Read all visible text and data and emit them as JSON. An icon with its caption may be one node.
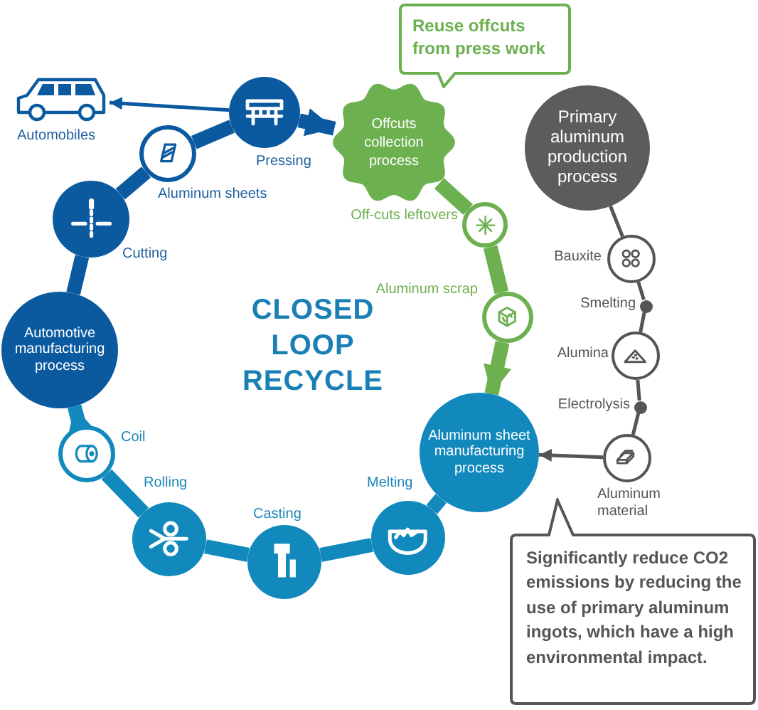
{
  "diagram": {
    "nodes": [
      {
        "text": [
          "Reuse offcuts from press work"
        ]
      },
      {
        "text": [
          "Offcuts collection process"
        ]
      },
      {
        "text": [
          "Primary aluminum production process"
        ]
      },
      {
        "text": [],
        "shape": "circle",
        "beside": [
          "Off-cuts leftovers"
        ]
      },
      {
        "text": [],
        "shape": "circle",
        "beside": [
          "Aluminum scrap"
        ]
      },
      {
        "text": [],
        "shape": "circle",
        "beside": [
          "Bauxite"
        ]
      },
      {
        "text": [],
        "shape": "circle",
        "beside": [
          "Smelting"
        ]
      },
      {
        "text": [],
        "shape": "circle",
        "beside": [
          "Alumina"
        ]
      },
      {
        "text": [],
        "shape": "circle",
        "beside": [
          "Electrolysis"
        ]
      },
      {
        "text": [],
        "shape": "circle",
        "beside": [
          "Aluminum material"
        ]
      },
      {
        "text": [
          "Aluminum sheet manufacturing process"
        ]
      },
      {
        "text": [],
        "shape": "circle",
        "beside": [
          "Melting"
        ]
      },
      {
        "text": [],
        "shape": "circle",
        "beside": [
          "Casting"
        ]
      },
      {
        "text": [],
        "shape": "circle",
        "beside": [
          "Rolling"
        ]
      },
      {
        "text": [],
        "shape": "circle",
        "beside": [
          "Coil"
        ]
      },
      {
        "text": [
          "Automotive manufacturing process"
        ]
      },
      {
        "text": [],
        "shape": "circle",
        "beside": [
          "Cutting"
        ]
      },
      {
        "text": [],
        "shape": "circle",
        "beside": [
          "Aluminum sheets"
        ]
      },
      {
        "text": [],
        "shape": "circle",
        "beside": [
          "Pressing"
        ]
      },
      {
        "text": [],
        "shape": "picture",
        "beside": [
          "Automobiles"
        ]
      },
      {
        "text": [
          "Significantly reduce CO2 emissions by reducing the use of primary aluminum ingots, which have a high environmental impact."
        ]
      }
    ],
    "edges": [
      {
        "from": 2,
        "to": 5,
        "arrow": "none",
        "color": "#555555"
      },
      {
        "from": 5,
        "to": 6,
        "arrow": "none",
        "color": "#555555"
      },
      {
        "from": 6,
        "to": 7,
        "arrow": "none",
        "color": "#555555"
      },
      {
        "from": 7,
        "to": 8,
        "arrow": "none",
        "color": "#555555"
      },
      {
        "from": 8,
        "to": 9,
        "arrow": "none",
        "color": "#555555"
      },
      {
        "from": 9,
        "to": 10,
        "arrow": "to",
        "color": "#555555"
      },
      {
        "from": 1,
        "to": 3,
        "arrow": "none",
        "color": "#6db050"
      },
      {
        "from": 3,
        "to": 4,
        "arrow": "none",
        "color": "#6db050"
      },
      {
        "from": 4,
        "to": 10,
        "arrow": "to",
        "color": "#6db050"
      },
      {
        "from": 10,
        "to": 11,
        "arrow": "none",
        "color": "#1189bd"
      },
      {
        "from": 11,
        "to": 12,
        "arrow": "none",
        "color": "#1189bd"
      },
      {
        "from": 12,
        "to": 13,
        "arrow": "none",
        "color": "#1189bd"
      },
      {
        "from": 13,
        "to": 14,
        "arrow": "none",
        "color": "#1189bd"
      },
      {
        "from": 14,
        "to": 15,
        "arrow": "to",
        "color": "#1189bd"
      },
      {
        "from": 15,
        "to": 16,
        "arrow": "none"
      },
      {
        "from": 16,
        "to": 17,
        "arrow": "none"
      },
      {
        "from": 17,
        "to": 18,
        "arrow": "none"
      },
      {
        "from": 18,
        "to": 1,
        "arrow": "to"
      },
      {
        "from": 18,
        "to": 19,
        "arrow": "to"
      }
    ],
    "labels": [
      "CLOSED LOOP RECYCLE"
    ]
  }
}
